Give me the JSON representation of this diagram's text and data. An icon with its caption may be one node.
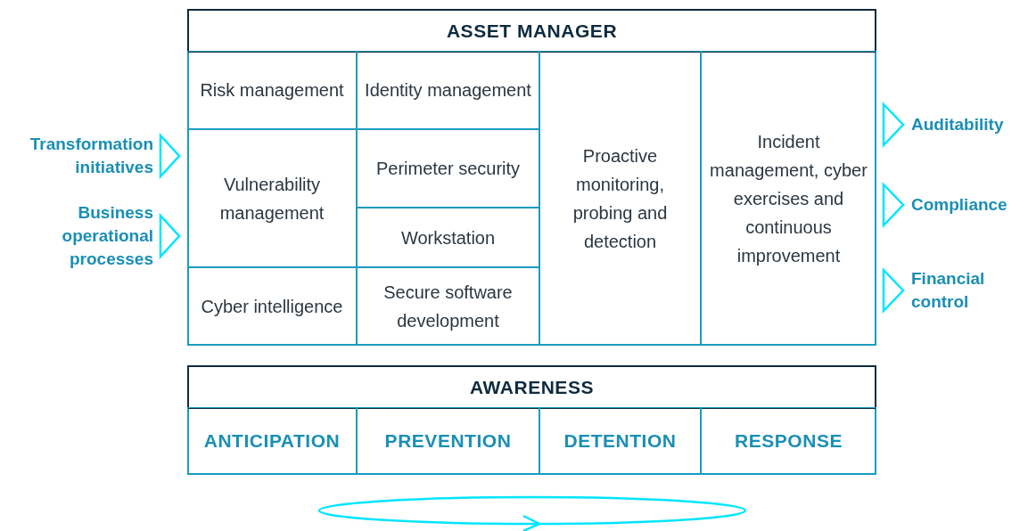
{
  "diagram": {
    "nodes": [
      {
        "text": [
          "ASSET MANAGER"
        ]
      },
      {
        "text": [
          "Risk management"
        ],
        "in": 0
      },
      {
        "text": [
          "Identity management"
        ],
        "in": 0
      },
      {
        "text": [
          "Vulnerability management"
        ],
        "in": 0
      },
      {
        "text": [
          "Perimeter security"
        ],
        "in": 0
      },
      {
        "text": [
          "Workstation"
        ],
        "in": 0
      },
      {
        "text": [
          "Cyber intelligence"
        ],
        "in": 0
      },
      {
        "text": [
          "Secure software development"
        ],
        "in": 0
      },
      {
        "text": [
          "Proactive monitoring, probing and detection"
        ],
        "in": 0
      },
      {
        "text": [
          "Incident management, cyber exercises and continuous improvement"
        ],
        "in": 0
      },
      {
        "text": [
          "AWARENESS"
        ]
      },
      {
        "text": [
          "ANTICIPATION"
        ],
        "in": 10
      },
      {
        "text": [
          "PREVENTION"
        ],
        "in": 10
      },
      {
        "text": [
          "DETENTION"
        ],
        "in": 10
      },
      {
        "text": [
          "RESPONSE"
        ],
        "in": 10
      },
      {
        "text": [
          "Transformation initiatives"
        ]
      },
      {
        "text": [
          "Business operational processes"
        ]
      },
      {
        "text": [
          "Auditability"
        ]
      },
      {
        "text": [
          "Compliance"
        ]
      },
      {
        "text": [
          "Financial control"
        ]
      }
    ],
    "edges": [
      {
        "from": 15,
        "to": 0,
        "arrow": "to"
      },
      {
        "from": 16,
        "to": 0,
        "arrow": "to"
      },
      {
        "from": 0,
        "to": 17,
        "arrow": "to"
      },
      {
        "from": 0,
        "to": 18,
        "arrow": "to"
      },
      {
        "from": 0,
        "to": 19,
        "arrow": "to"
      }
    ]
  }
}
